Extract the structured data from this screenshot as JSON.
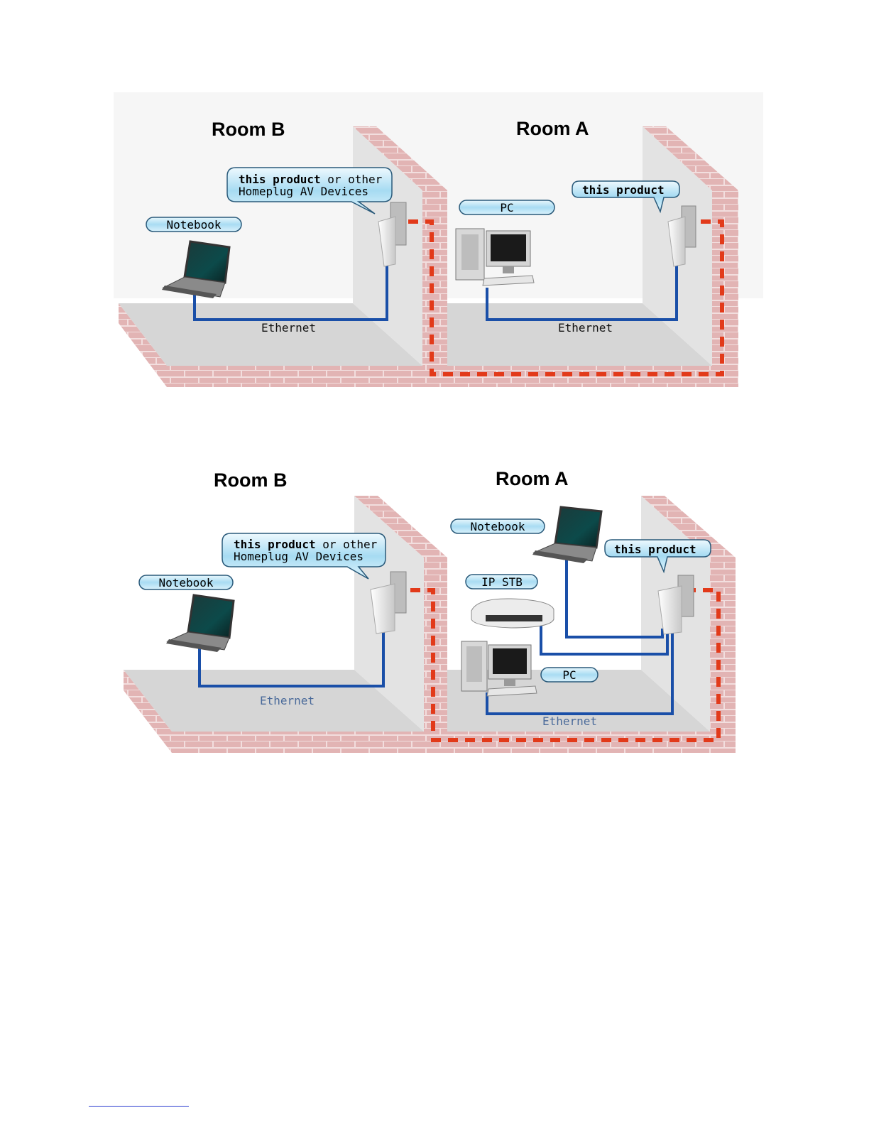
{
  "diagram1": {
    "room_b": "Room B",
    "room_a": "Room A",
    "bubble_b_bold": "this product",
    "bubble_b_rest": " or other",
    "bubble_b_line2": "Homeplug AV Devices",
    "bubble_a": "this product",
    "notebook": "Notebook",
    "pc": "PC",
    "ethernet_b": "Ethernet",
    "ethernet_a": "Ethernet"
  },
  "diagram2": {
    "room_b": "Room B",
    "room_a": "Room A",
    "bubble_b_bold": "this product",
    "bubble_b_rest": " or other",
    "bubble_b_line2": "Homeplug AV Devices",
    "bubble_a": "this product",
    "notebook_b": "Notebook",
    "notebook_a": "Notebook",
    "ip_stb": "IP STB",
    "pc": "PC",
    "ethernet_b": "Ethernet",
    "ethernet_a": "Ethernet"
  },
  "colors": {
    "brick": "#dca8a8",
    "floor": "#d4d4d4",
    "wall": "#e4e4e4",
    "ethernet_cable": "#1a4fa8",
    "powerline": "#e23a1a",
    "pill_fill": "#aee0f5"
  }
}
